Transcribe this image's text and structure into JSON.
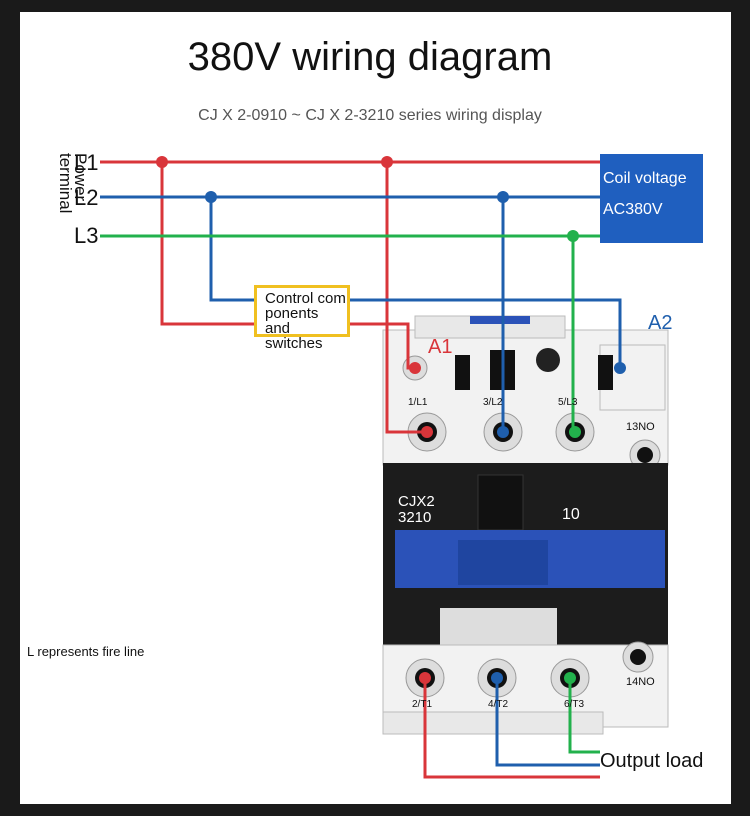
{
  "title": "380V wiring diagram",
  "subtitle": "CJ X 2-0910 ~ CJ X 2-3210 series wiring display",
  "power_terminal": [
    "Power",
    "terminal"
  ],
  "lines": {
    "l1": "L1",
    "l2": "L2",
    "l3": "L3"
  },
  "coil": {
    "line1": "Coil voltage",
    "line2": "AC380V"
  },
  "control_box": [
    "Control com",
    "ponents and",
    "switches"
  ],
  "coil_terminals": {
    "a1": "A1",
    "a2": "A2"
  },
  "model": {
    "line1": "CJX2",
    "line2": "3210",
    "suffix": "10"
  },
  "input_terminals": [
    "1/L1",
    "3/L2",
    "5/L3"
  ],
  "output_terminals": [
    "2/T1",
    "4/T2",
    "6/T3"
  ],
  "aux_contacts": {
    "top": "13NO",
    "bottom": "14NO"
  },
  "output_label": "Output load",
  "note": "L represents fire line",
  "colors": {
    "l1": "#d9353a",
    "l2": "#1f5fad",
    "l3": "#22b14c",
    "coil_box": "#1f5fbf",
    "control_border": "#f0c020",
    "contactor_blue": "#2b52b8"
  }
}
